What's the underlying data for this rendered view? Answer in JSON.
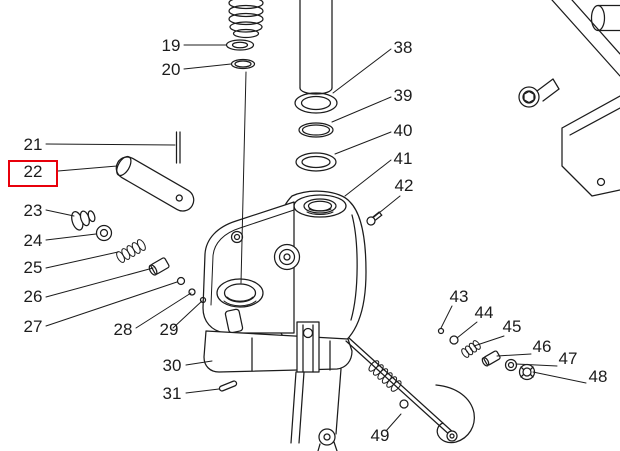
{
  "figure": {
    "background": "#ffffff",
    "line_color": "#1c1c1c",
    "highlight_color": "#e8000b",
    "highlighted_callout": "22"
  },
  "callouts": [
    {
      "number": "19",
      "highlighted": false
    },
    {
      "number": "20",
      "highlighted": false
    },
    {
      "number": "21",
      "highlighted": false
    },
    {
      "number": "22",
      "highlighted": true
    },
    {
      "number": "23",
      "highlighted": false
    },
    {
      "number": "24",
      "highlighted": false
    },
    {
      "number": "25",
      "highlighted": false
    },
    {
      "number": "26",
      "highlighted": false
    },
    {
      "number": "27",
      "highlighted": false
    },
    {
      "number": "28",
      "highlighted": false
    },
    {
      "number": "29",
      "highlighted": false
    },
    {
      "number": "30",
      "highlighted": false
    },
    {
      "number": "31",
      "highlighted": false
    },
    {
      "number": "38",
      "highlighted": false
    },
    {
      "number": "39",
      "highlighted": false
    },
    {
      "number": "40",
      "highlighted": false
    },
    {
      "number": "41",
      "highlighted": false
    },
    {
      "number": "42",
      "highlighted": false
    },
    {
      "number": "43",
      "highlighted": false
    },
    {
      "number": "44",
      "highlighted": false
    },
    {
      "number": "45",
      "highlighted": false
    },
    {
      "number": "46",
      "highlighted": false
    },
    {
      "number": "47",
      "highlighted": false
    },
    {
      "number": "48",
      "highlighted": false
    },
    {
      "number": "49",
      "highlighted": false
    }
  ]
}
